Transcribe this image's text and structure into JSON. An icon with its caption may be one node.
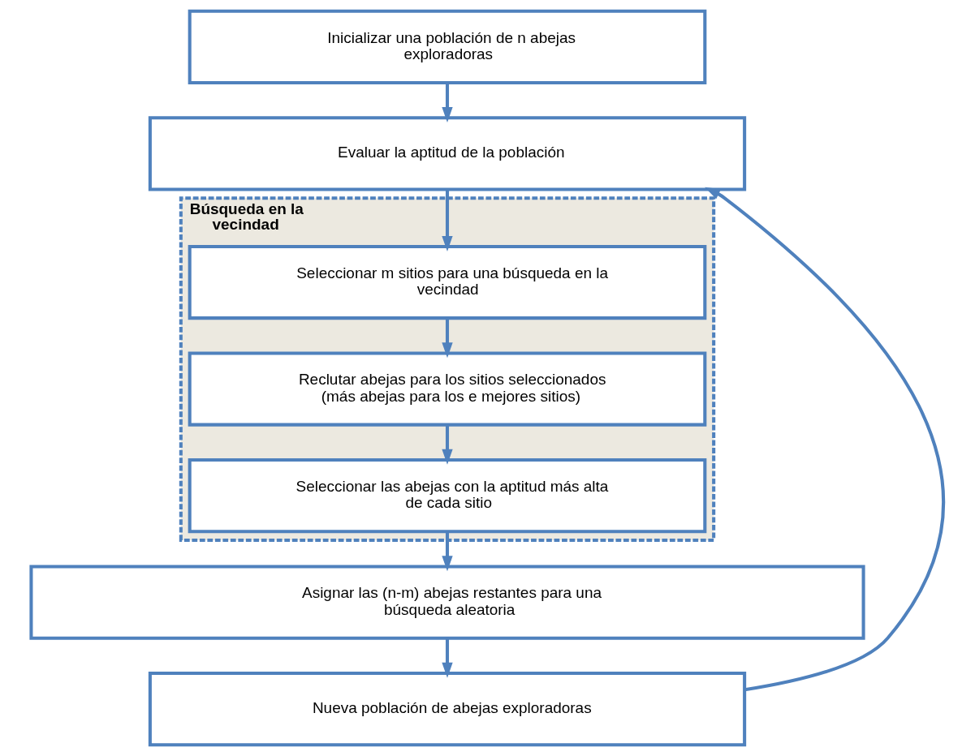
{
  "diagram": {
    "nodes": [
      {
        "text": [
          "Inicializar una población de n abejas exploradoras"
        ]
      },
      {
        "text": [
          "Evaluar la aptitud de la población"
        ]
      },
      {
        "text": [
          "Búsqueda en la vecindad"
        ]
      },
      {
        "text": [
          "Seleccionar m sitios para una búsqueda en la vecindad"
        ],
        "in": 2
      },
      {
        "text": [
          "Reclutar abejas para los sitios seleccionados (más abejas para los e mejores sitios)"
        ],
        "in": 2
      },
      {
        "text": [
          "Seleccionar las abejas con la aptitud más alta de cada sitio"
        ],
        "in": 2
      },
      {
        "text": [
          "Asignar las (n-m) abejas restantes para una búsqueda aleatoria"
        ]
      },
      {
        "text": [
          "Nueva población de abejas exploradoras"
        ]
      }
    ],
    "edges": [
      {
        "from": 0,
        "to": 1,
        "arrow": "to"
      },
      {
        "from": 1,
        "to": 3,
        "arrow": "to"
      },
      {
        "from": 3,
        "to": 4,
        "arrow": "to"
      },
      {
        "from": 4,
        "to": 5,
        "arrow": "to"
      },
      {
        "from": 5,
        "to": 6,
        "arrow": "to"
      },
      {
        "from": 6,
        "to": 7,
        "arrow": "to"
      },
      {
        "from": 7,
        "to": 1,
        "arrow": "to"
      }
    ]
  }
}
